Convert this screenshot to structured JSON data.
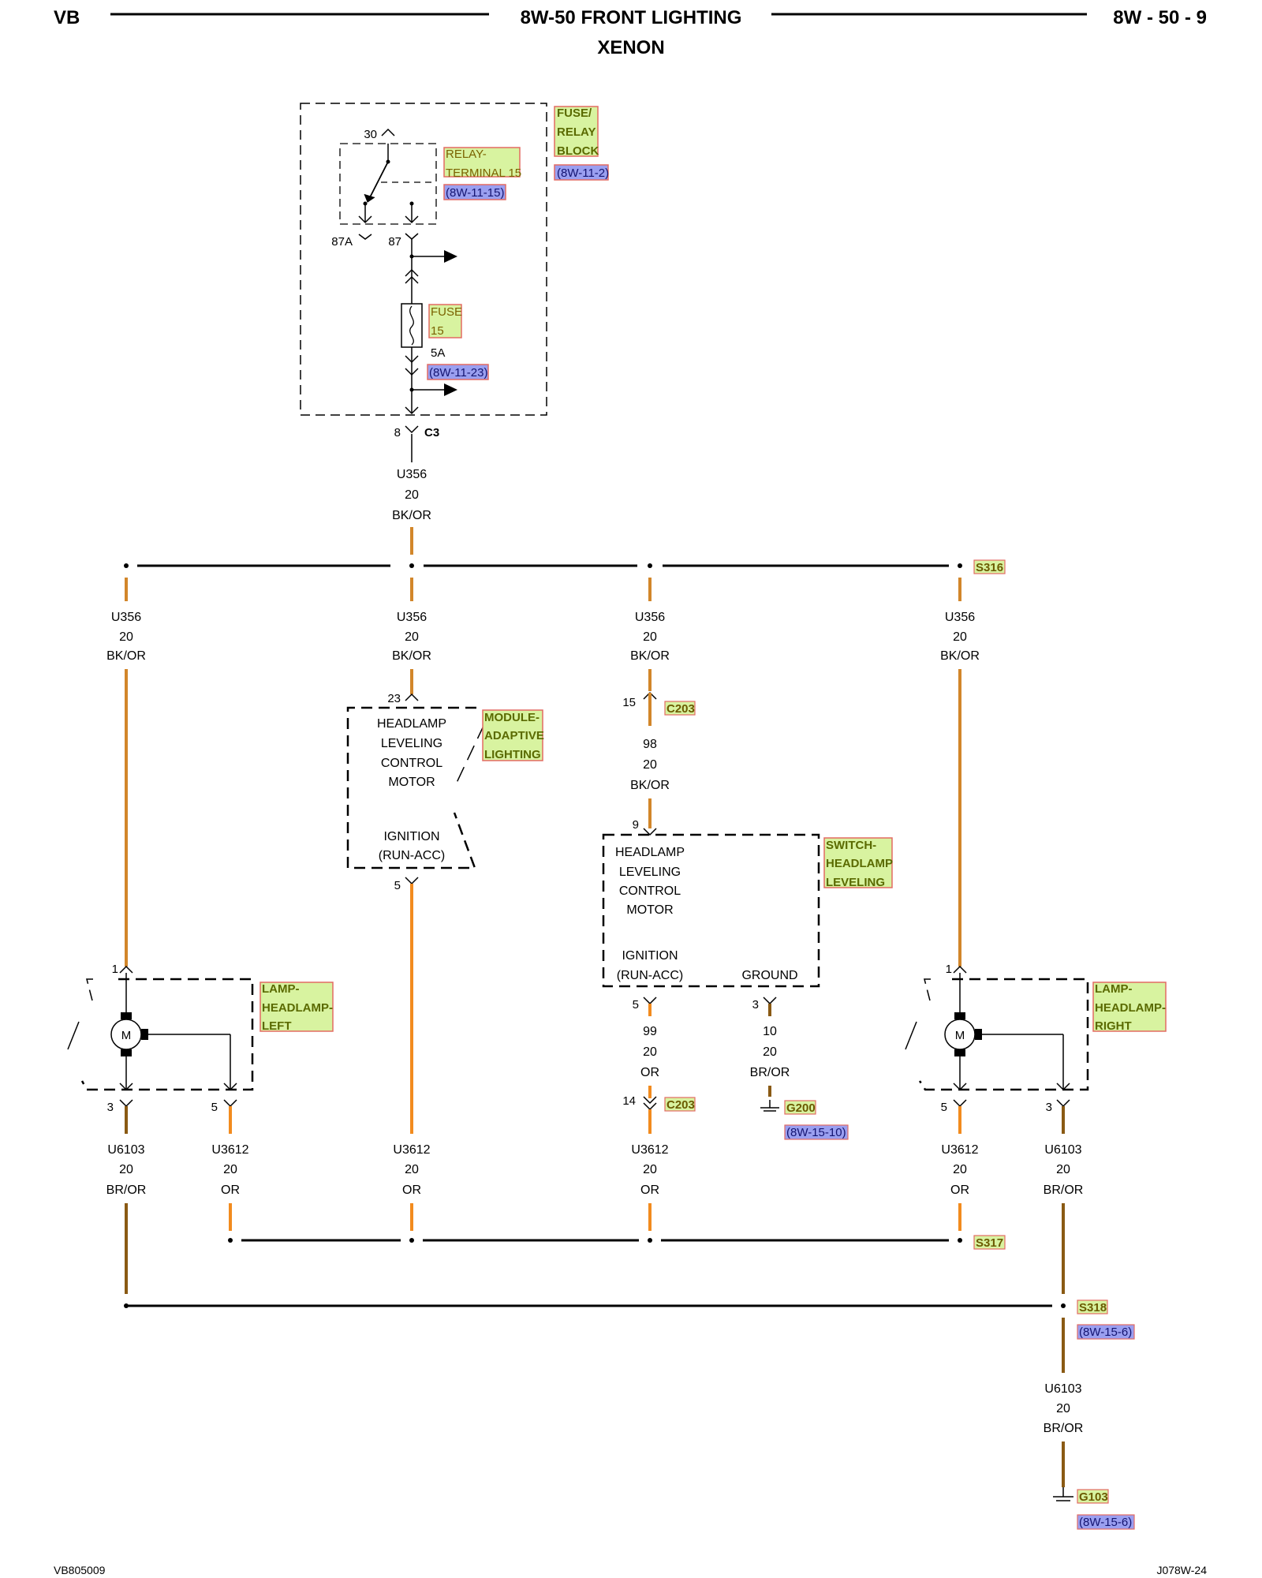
{
  "header": {
    "left": "VB",
    "title": "8W-50 FRONT LIGHTING",
    "subtitle": "XENON",
    "right": "8W - 50 - 9"
  },
  "footer": {
    "left": "VB805009",
    "right": "J078W-24"
  },
  "colors": {
    "bk_or": "#d2862a",
    "or": "#f28b1e",
    "br_or": "#8a5a14",
    "comp_tag": "#d8f3a0",
    "tag_border": "#e36b63",
    "ref_tag": "#9a9ff0"
  },
  "fuse_block": {
    "label": [
      "FUSE/",
      "RELAY",
      "BLOCK"
    ],
    "ref": "(8W-11-2)",
    "relay_label": [
      "RELAY-",
      "TERMINAL 15"
    ],
    "relay_ref": "(8W-11-15)",
    "pin_30": "30",
    "pin_87a": "87A",
    "pin_87": "87",
    "fuse_label": [
      "FUSE",
      "15"
    ],
    "fuse_rating": "5A",
    "fuse_ref": "(8W-11-23)",
    "out_pin": "8",
    "out_conn": "C3"
  },
  "wire_main": [
    "U356",
    "20",
    "BK/OR"
  ],
  "splices": {
    "s316": "S316",
    "s317": "S317",
    "s318": "S318",
    "s318_ref": "(8W-15-6)"
  },
  "branches": {
    "b1": [
      "U356",
      "20",
      "BK/OR"
    ],
    "b2": [
      "U356",
      "20",
      "BK/OR"
    ],
    "b3": [
      "U356",
      "20",
      "BK/OR"
    ],
    "b4": [
      "U356",
      "20",
      "BK/OR"
    ]
  },
  "module": {
    "label": [
      "MODULE-",
      "ADAPTIVE",
      "LIGHTING"
    ],
    "lines": [
      "HEADLAMP",
      "LEVELING",
      "CONTROL",
      "MOTOR"
    ],
    "ign": [
      "IGNITION",
      "(RUN-ACC)"
    ],
    "pin_in": "23",
    "pin_out": "5"
  },
  "connector_c203": {
    "pin_top": "15",
    "pin_bot": "14",
    "label": "C203"
  },
  "wire_98": [
    "98",
    "20",
    "BK/OR"
  ],
  "switch": {
    "label": [
      "SWITCH-",
      "HEADLAMP",
      "LEVELING"
    ],
    "lines": [
      "HEADLAMP",
      "LEVELING",
      "CONTROL",
      "MOTOR"
    ],
    "ign": [
      "IGNITION",
      "(RUN-ACC)"
    ],
    "gnd": "GROUND",
    "pin_in": "9",
    "pin_ign": "5",
    "pin_gnd": "3"
  },
  "wire_99": [
    "99",
    "20",
    "OR"
  ],
  "wire_10": [
    "10",
    "20",
    "BR/OR"
  ],
  "ground_g200": {
    "label": "G200",
    "ref": "(8W-15-10)"
  },
  "lamp_left": {
    "label": [
      "LAMP-",
      "HEADLAMP-",
      "LEFT"
    ],
    "pin_in": "1",
    "pin_a": "3",
    "pin_b": "5",
    "motor": "M"
  },
  "lamp_right": {
    "label": [
      "LAMP-",
      "HEADLAMP-",
      "RIGHT"
    ],
    "pin_in": "1",
    "pin_a": "5",
    "pin_b": "3",
    "motor": "M"
  },
  "bottom_wires": {
    "w1": [
      "U6103",
      "20",
      "BR/OR"
    ],
    "w2": [
      "U3612",
      "20",
      "OR"
    ],
    "w3": [
      "U3612",
      "20",
      "OR"
    ],
    "w4": [
      "U3612",
      "20",
      "OR"
    ],
    "w5": [
      "U3612",
      "20",
      "OR"
    ],
    "w6": [
      "U6103",
      "20",
      "BR/OR"
    ]
  },
  "wire_ground": [
    "U6103",
    "20",
    "BR/OR"
  ],
  "ground_g103": {
    "label": "G103",
    "ref": "(8W-15-6)"
  }
}
